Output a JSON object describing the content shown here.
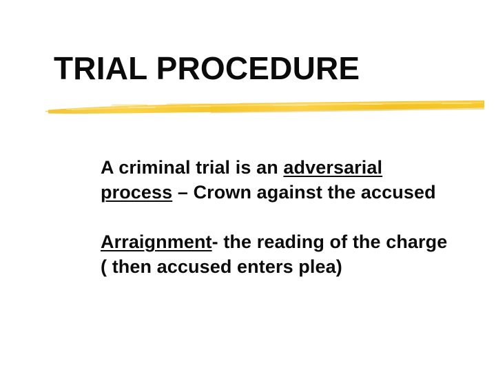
{
  "slide": {
    "title": "TRIAL PROCEDURE",
    "divider": {
      "name": "yellow-brush-divider",
      "color": "#F5C72A",
      "color_light": "#FAD94F",
      "color_shadow": "#E0A81B"
    },
    "paragraphs": [
      {
        "id": "paragraph-adversarial",
        "runs": [
          {
            "text": "A criminal trial is an ",
            "underline": false
          },
          {
            "text": "adversarial process",
            "underline": true
          },
          {
            "text": " – Crown against the accused",
            "underline": false
          }
        ]
      },
      {
        "id": "paragraph-arraignment",
        "runs": [
          {
            "text": "Arraignment",
            "underline": true
          },
          {
            "text": "- the reading of the charge ( then accused enters plea)",
            "underline": false
          }
        ]
      }
    ]
  },
  "colors": {
    "background": "#FFFFFF",
    "text": "#0B0B0B",
    "accent": "#F5C72A"
  }
}
